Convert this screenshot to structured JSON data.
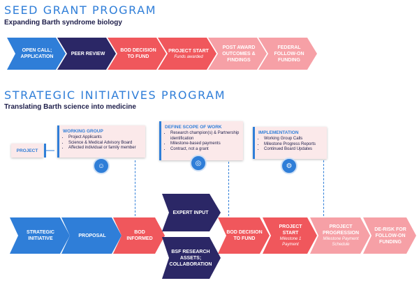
{
  "seed": {
    "title": "SEED GRANT PROGRAM",
    "subtitle": "Expanding Barth syndrome biology",
    "steps": [
      {
        "label": "OPEN CALL; APPLICATION"
      },
      {
        "label": "PEER REVIEW"
      },
      {
        "label": "BOD DECISION TO FUND"
      },
      {
        "label": "PROJECT START",
        "sub": "Funds awarded"
      },
      {
        "label": "POST AWARD OUTCOMES & FINDINGS"
      },
      {
        "label": "FEDERAL FOLLOW-ON FUNDING"
      }
    ]
  },
  "strategic": {
    "title": "STRATEGIC INITIATIVES PROGRAM",
    "subtitle": "Translating Barth science into medicine",
    "project_label": "PROJECT",
    "boxes": [
      {
        "head": "WORKING GROUP",
        "items": [
          "Project Applicants",
          "Science & Medical Advisory Board",
          "Affected individual or family member"
        ]
      },
      {
        "head": "DEFINE SCOPE OF WORK",
        "items": [
          "Research champion(s) & Partnership identification",
          "Milestone-based payments",
          "Contract, not a grant"
        ]
      },
      {
        "head": "IMPLEMENTATION",
        "items": [
          "Working Group Calls",
          "Milestone Progress Reports",
          "Continued Board Updates"
        ]
      }
    ],
    "steps": [
      {
        "label": "STRATEGIC INITIATIVE"
      },
      {
        "label": "PROPOSAL"
      },
      {
        "label": "BOD INFORMED"
      },
      {
        "label": "BOD DECISION TO FUND"
      },
      {
        "label": "PROJECT START",
        "sub": "Milestone 1 Payment"
      },
      {
        "label": "PROJECT PROGRESSION",
        "sub": "Milestone Payment Schedule"
      },
      {
        "label": "DE-RISK FOR FOLLOW-ON FUNDING"
      }
    ],
    "branches": [
      {
        "label": "EXPERT INPUT"
      },
      {
        "label": "BSF RESEARCH ASSETS; COLLABORATION"
      }
    ]
  },
  "colors": {
    "blue": "#2f7ed8",
    "navy": "#2b2766",
    "coral": "#f0575c",
    "pink": "#f6a0a6",
    "lightpink": "#fbe9ea"
  }
}
